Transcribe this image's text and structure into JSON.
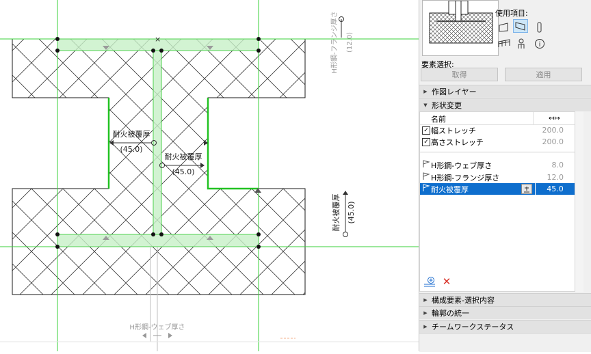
{
  "canvas": {
    "dim_web_label": "H形鋼-ウェブ厚さ",
    "dim_flange_label": "H形鋼-フランジ厚さ",
    "dim_flange_value": "(12.0)",
    "dim_fire_label": "耐火被覆厚",
    "dim_fire_value": "(45.0)"
  },
  "panel": {
    "usage_label": "使用項目:",
    "element_select_label": "要素選択:",
    "get_button": "取得",
    "apply_button": "適用",
    "sections": {
      "drawing_layer": "作図レイヤー",
      "shape_change": "形状変更",
      "component_selection": "構成要素-選択内容",
      "contour_unify": "輪郭の統一",
      "teamwork": "チームワークステータス"
    },
    "table": {
      "col_name": "名前",
      "rows": [
        {
          "name": "幅ストレッチ",
          "value": "200.0",
          "checked": true
        },
        {
          "name": "高さストレッチ",
          "value": "200.0",
          "checked": true
        },
        {
          "name": "H形鋼-ウェブ厚さ",
          "value": "8.0"
        },
        {
          "name": "H形鋼-フランジ厚さ",
          "value": "12.0"
        },
        {
          "name": "耐火被覆厚",
          "value": "45.0",
          "selected": true
        }
      ]
    },
    "check_glyph": "✓",
    "delete_glyph": "✕",
    "colors": {
      "accent": "#0e6ecd",
      "highlight_green": "#2ecc40",
      "delete_red": "#d9342b"
    }
  }
}
